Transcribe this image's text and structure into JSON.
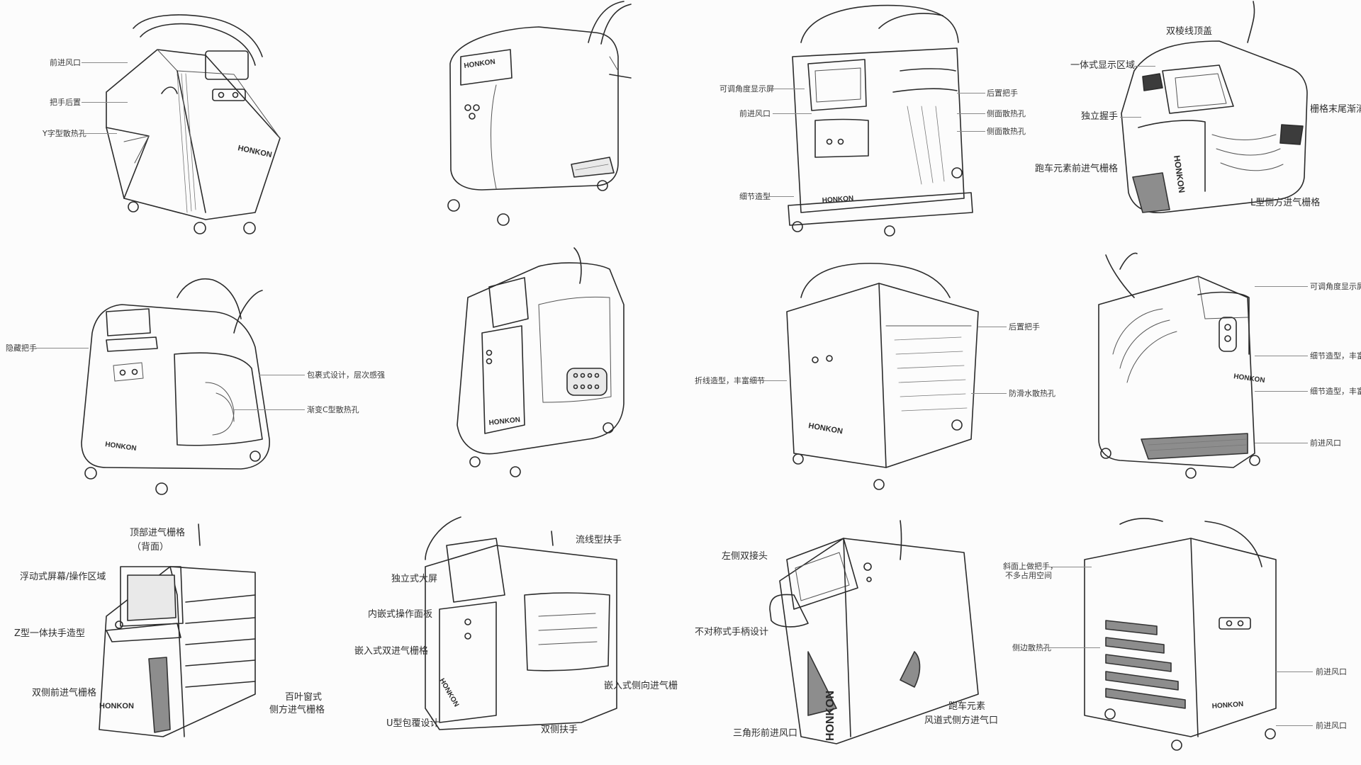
{
  "brand": {
    "logo_text": "HONKON",
    "script_logo_text": "HONKON"
  },
  "sketches": [
    {
      "id": 1,
      "labels": [
        "前进风口",
        "把手后置",
        "Y字型散热孔"
      ]
    },
    {
      "id": 2,
      "labels": []
    },
    {
      "id": 3,
      "labels": [
        "可调角度显示屏",
        "前进风口",
        "细节造型",
        "后置把手",
        "侧面散热孔",
        "侧面散热孔"
      ]
    },
    {
      "id": 4,
      "labels": [
        "双棱线顶盖",
        "一体式显示区域",
        "独立握手",
        "栅格末尾渐消",
        "跑车元素前进气栅格",
        "L型侧方进气栅格"
      ]
    },
    {
      "id": 5,
      "labels": [
        "隐藏把手",
        "包裹式设计，层次感强",
        "渐变C型散热孔"
      ]
    },
    {
      "id": 6,
      "labels": []
    },
    {
      "id": 7,
      "labels": [
        "折线造型，丰富细节",
        "后置把手",
        "防滑水散热孔"
      ]
    },
    {
      "id": 8,
      "labels": [
        "可调角度显示屏",
        "细节造型，丰富细",
        "细节造型，丰富细",
        "前进风口"
      ]
    },
    {
      "id": 9,
      "labels": [
        "顶部进气栅格",
        "（背面）",
        "浮动式屏幕/操作区域",
        "Z型一体扶手造型",
        "双侧前进气栅格",
        "百叶窗式",
        "侧方进气栅格"
      ]
    },
    {
      "id": 10,
      "labels": [
        "流线型扶手",
        "独立式大屏",
        "内嵌式操作面板",
        "嵌入式双进气栅格",
        "嵌入式侧向进气栅",
        "U型包覆设计",
        "双侧扶手"
      ]
    },
    {
      "id": 11,
      "labels": [
        "左侧双接头",
        "不对称式手柄设计",
        "跑车元素",
        "风道式侧方进气口",
        "三角形前进风口"
      ]
    },
    {
      "id": 12,
      "labels": [
        "斜面上做把手，",
        "不多占用空间",
        "侧边散热孔",
        "前进风口",
        "前进风口"
      ]
    }
  ]
}
